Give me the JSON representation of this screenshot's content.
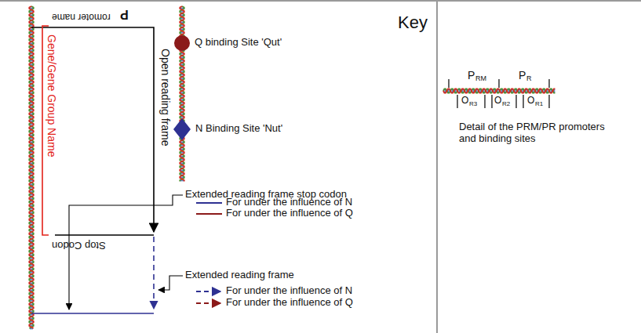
{
  "diagram": {
    "title": "Key",
    "caption": "Detail of the PRM/PR promoters and binding sites",
    "labels": [
      "P",
      "romoter name",
      "Gene/Gene Group Name",
      "Open reading frame",
      "Stop Codon",
      "Extended reading frame stop codon",
      "Extended reading frame",
      "P",
      "RM",
      "P",
      "R",
      "O",
      "R3",
      "O",
      "R2",
      "O",
      "R1"
    ],
    "legend": [
      {
        "text": "Q binding Site 'Qut'"
      },
      {
        "text": "N Binding Site 'Nut'"
      },
      {
        "text": "For under the influence of N"
      },
      {
        "text": "For under the influence of Q"
      },
      {
        "text": "For under the influence of N"
      },
      {
        "text": "For under the influence of Q"
      }
    ]
  }
}
